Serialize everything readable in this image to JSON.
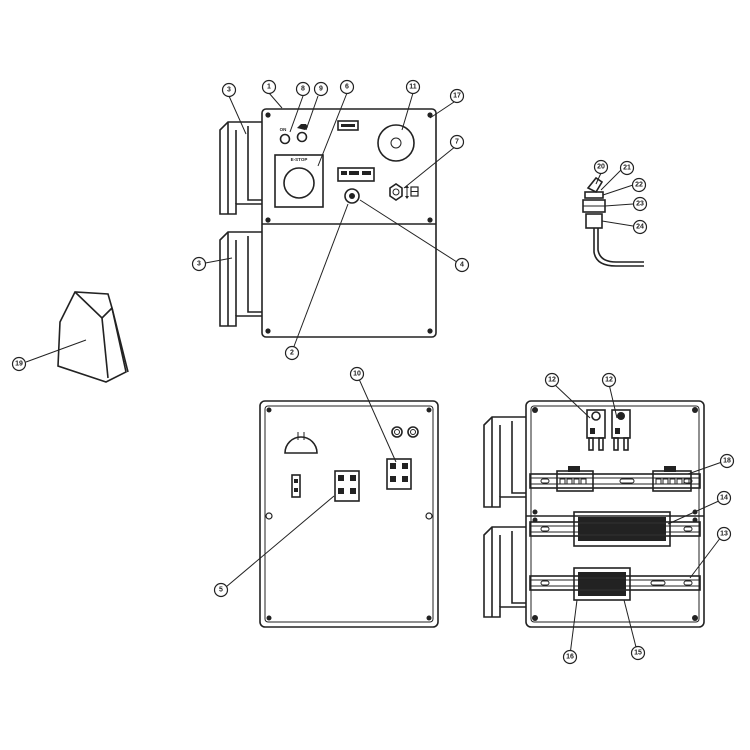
{
  "panel_labels": {
    "on": "ON",
    "estop": "E-STOP"
  },
  "callouts": {
    "c1": "1",
    "c2": "2",
    "c3": "3",
    "c3b": "3",
    "c4": "4",
    "c5": "5",
    "c6": "6",
    "c7": "7",
    "c8": "8",
    "c9": "9",
    "c10": "10",
    "c11": "11",
    "c12a": "12",
    "c12b": "12",
    "c13": "13",
    "c14": "14",
    "c15": "15",
    "c16": "16",
    "c17": "17",
    "c18": "18",
    "c19": "19",
    "c20": "20",
    "c21": "21",
    "c22": "22",
    "c23": "23",
    "c24": "24"
  }
}
